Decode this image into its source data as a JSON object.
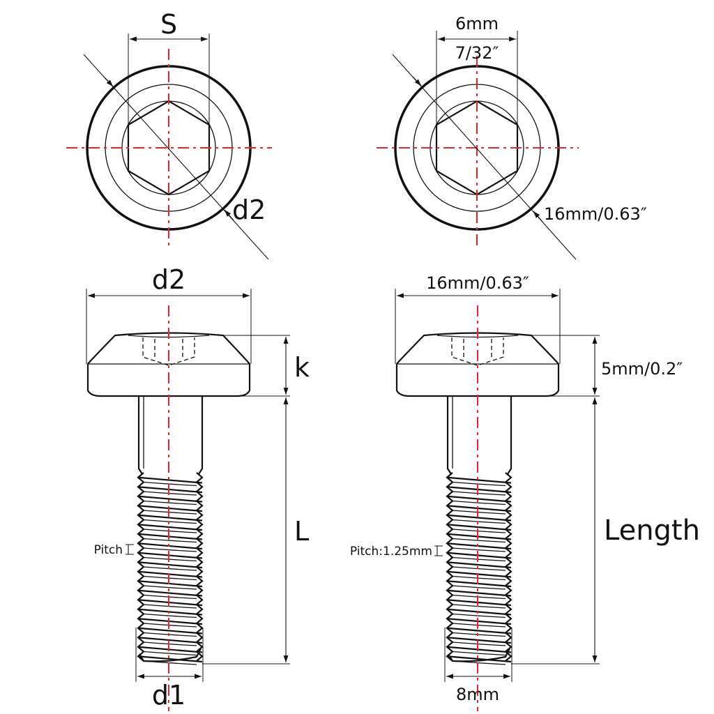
{
  "left": {
    "top_view": {
      "s_label": "S",
      "diameter_label": "d2"
    },
    "side_view": {
      "head_width_label": "d2",
      "head_height_label": "k",
      "length_label": "L",
      "pitch_label": "Pitch",
      "thread_diameter_label": "d1"
    }
  },
  "right": {
    "top_view": {
      "hex_mm": "6mm",
      "hex_in": "7/32″",
      "diameter_label": "16mm/0.63″"
    },
    "side_view": {
      "head_width_label": "16mm/0.63″",
      "head_height_label": "5mm/0.2″",
      "length_label": "Length",
      "pitch_label": "Pitch:1.25mm",
      "thread_diameter_label": "8mm"
    }
  },
  "colors": {
    "outline": "#111111",
    "centerline": "#e3262b"
  }
}
